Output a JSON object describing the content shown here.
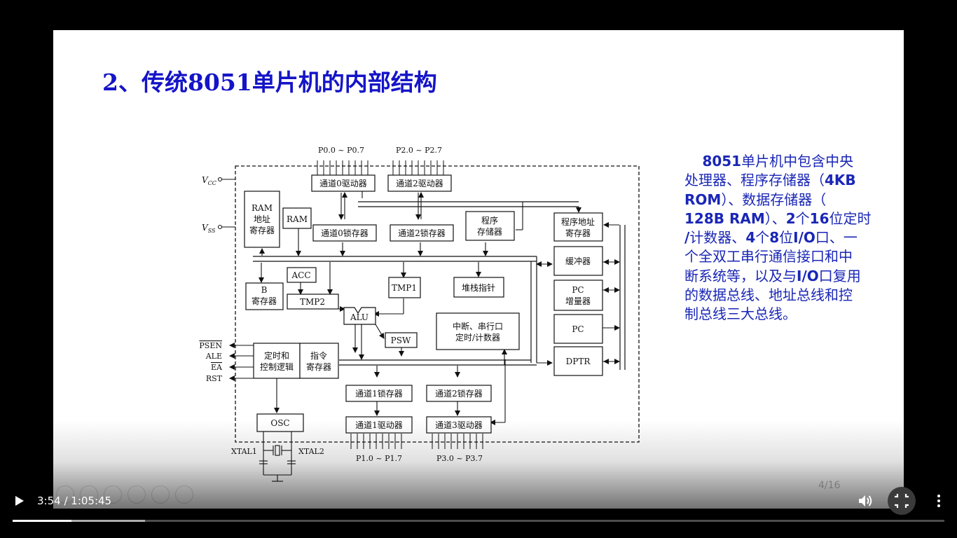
{
  "slide": {
    "title": "2、传统8051单片机的内部结构",
    "page_indicator": "4/16",
    "description": [
      [
        {
          "t": "    ",
          "b": false
        },
        {
          "t": "8051",
          "b": true
        },
        {
          "t": "单片机中包含中央",
          "b": false
        }
      ],
      [
        {
          "t": "处理器、程序存储器（",
          "b": false
        },
        {
          "t": "4KB",
          "b": true
        }
      ],
      [
        {
          "t": "ROM",
          "b": true
        },
        {
          "t": "）、数据存储器（",
          "b": false
        }
      ],
      [
        {
          "t": "128B RAM",
          "b": true
        },
        {
          "t": "）、",
          "b": false
        },
        {
          "t": "2",
          "b": true
        },
        {
          "t": "个",
          "b": false
        },
        {
          "t": "16",
          "b": true
        },
        {
          "t": "位定时",
          "b": false
        }
      ],
      [
        {
          "t": "/",
          "b": true
        },
        {
          "t": "计数器、",
          "b": false
        },
        {
          "t": "4",
          "b": true
        },
        {
          "t": "个",
          "b": false
        },
        {
          "t": "8",
          "b": true
        },
        {
          "t": "位",
          "b": false
        },
        {
          "t": "I/O",
          "b": true
        },
        {
          "t": "口、一",
          "b": false
        }
      ],
      [
        {
          "t": "个全双工串行通信接口和中",
          "b": false
        }
      ],
      [
        {
          "t": "断系统等，以及与",
          "b": false
        },
        {
          "t": "I/O",
          "b": true
        },
        {
          "t": "口复用",
          "b": false
        }
      ],
      [
        {
          "t": "的数据总线、地址总线和控",
          "b": false
        }
      ],
      [
        {
          "t": "制总线三大总线。",
          "b": false
        }
      ]
    ]
  },
  "diagram": {
    "pins": {
      "vcc": "V",
      "vcc_sub": "CC",
      "vss": "V",
      "vss_sub": "SS",
      "p0": "P0.0 ~ P0.7",
      "p2": "P2.0 ~ P2.7",
      "p1": "P1.0 ~ P1.7",
      "p3": "P3.0 ~ P3.7",
      "psen": "PSEN",
      "ale": "ALE",
      "ea": "EA",
      "rst": "RST",
      "xtal1": "XTAL1",
      "xtal2": "XTAL2"
    },
    "blocks": {
      "ch0_driver": "通道0驱动器",
      "ch2_driver": "通道2驱动器",
      "ram_addr": [
        "RAM",
        "地址",
        "寄存器"
      ],
      "ram": "RAM",
      "ch0_latch": "通道0锁存器",
      "ch2_latch": "通道2锁存器",
      "prog_mem": [
        "程序",
        "存储器"
      ],
      "prog_addr": [
        "程序地址",
        "寄存器"
      ],
      "buffer": "缓冲器",
      "acc": "ACC",
      "b_reg": [
        "B",
        "寄存器"
      ],
      "tmp2": "TMP2",
      "tmp1": "TMP1",
      "stack_ptr": "堆栈指针",
      "pc_inc": [
        "PC",
        "增量器"
      ],
      "alu": "ALU",
      "irq": [
        "中断、串行口",
        "定时/计数器"
      ],
      "pc": "PC",
      "psw": "PSW",
      "timing": [
        "定时和",
        "控制逻辑"
      ],
      "instr_reg": [
        "指令",
        "寄存器"
      ],
      "dptr": "DPTR",
      "ch1_latch": "通道1锁存器",
      "ch2b_latch": "通道2锁存器",
      "ch1_driver": "通道1驱动器",
      "ch3_driver": "通道3驱动器",
      "osc": "OSC"
    }
  },
  "player": {
    "time": "3:54 / 1:05:45",
    "progress_played": 0.063,
    "progress_buffered": 0.142
  }
}
